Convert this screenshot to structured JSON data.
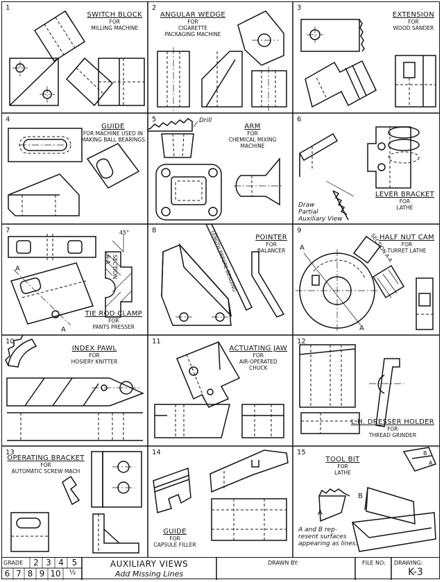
{
  "problems": [
    {
      "number": "1",
      "title": "SWITCH BLOCK",
      "subtitle": [
        "FOR",
        "MILLING MACHINE"
      ]
    },
    {
      "number": "2",
      "title": "ANGULAR WEDGE",
      "subtitle": [
        "FOR",
        "CIGARETTE",
        "PACKAGING MACHINE"
      ]
    },
    {
      "number": "3",
      "title": "EXTENSION",
      "subtitle": [
        "FOR",
        "WOOD SANDER"
      ]
    },
    {
      "number": "4",
      "title": "GUIDE",
      "subtitle": [
        "FOR MACHINE USED IN",
        "MAKING BALL BEARINGS"
      ]
    },
    {
      "number": "5",
      "title": "ARM",
      "subtitle": [
        "FOR",
        "CHEMICAL MIXING",
        "MACHINE"
      ],
      "note": "Drill"
    },
    {
      "number": "6",
      "title": "LEVER BRACKET",
      "subtitle": [
        "FOR",
        "LATHE"
      ],
      "note": [
        "Draw",
        "Partial",
        "Auxiliary View"
      ]
    },
    {
      "number": "7",
      "title": "TIE ROD CLAMP",
      "subtitle": [
        "FOR",
        "PANTS PRESSER"
      ],
      "angle": "45°",
      "section": "SECTION A-A",
      "marks": [
        "A",
        "A"
      ]
    },
    {
      "number": "8",
      "title": "POINTER",
      "subtitle": [
        "FOR",
        "BALANCER"
      ],
      "note": "LENGTH BEFORE BENDING"
    },
    {
      "number": "9",
      "title": "HALF NUT CAM",
      "subtitle": [
        "FOR",
        "TURRET LATHE"
      ],
      "section": "SECTION A-A",
      "marks": [
        "A",
        "A"
      ]
    },
    {
      "number": "10",
      "title": "INDEX PAWL",
      "subtitle": [
        "FOR",
        "HOSIERY KNITTER"
      ]
    },
    {
      "number": "11",
      "title": "ACTUATING JAW",
      "subtitle": [
        "FOR",
        "AIR-OPERATED",
        "CHUCK"
      ]
    },
    {
      "number": "12",
      "title": "L.H. DRESSER HOLDER",
      "subtitle": [
        "FOR",
        "THREAD GRINDER"
      ]
    },
    {
      "number": "13",
      "title": "OPERATING BRACKET",
      "subtitle": [
        "FOR",
        "AUTOMATIC SCREW MACH"
      ]
    },
    {
      "number": "14",
      "title": "GUIDE",
      "subtitle": [
        "FOR",
        "CAPSULE FILLER"
      ]
    },
    {
      "number": "15",
      "title": "TOOL BIT",
      "subtitle": [
        "FOR",
        "LATHE"
      ],
      "note": [
        "A and B rep-",
        "resent surfaces",
        "appearing as lines."
      ],
      "marks": [
        "A",
        "B",
        "B",
        "A"
      ]
    }
  ],
  "title_block": {
    "grade_label": "GRADE",
    "grades_top": [
      "2",
      "3",
      "4",
      "5"
    ],
    "grades_bottom": [
      "6",
      "7",
      "8",
      "9",
      "10",
      "½"
    ],
    "title": "AUXILIARY VIEWS",
    "subtitle": "Add Missing Lines",
    "drawn_by_label": "DRAWN BY:",
    "file_no_label": "FILE NO:",
    "drawing_label": "DRAWING:",
    "drawing_number": "K-3"
  }
}
